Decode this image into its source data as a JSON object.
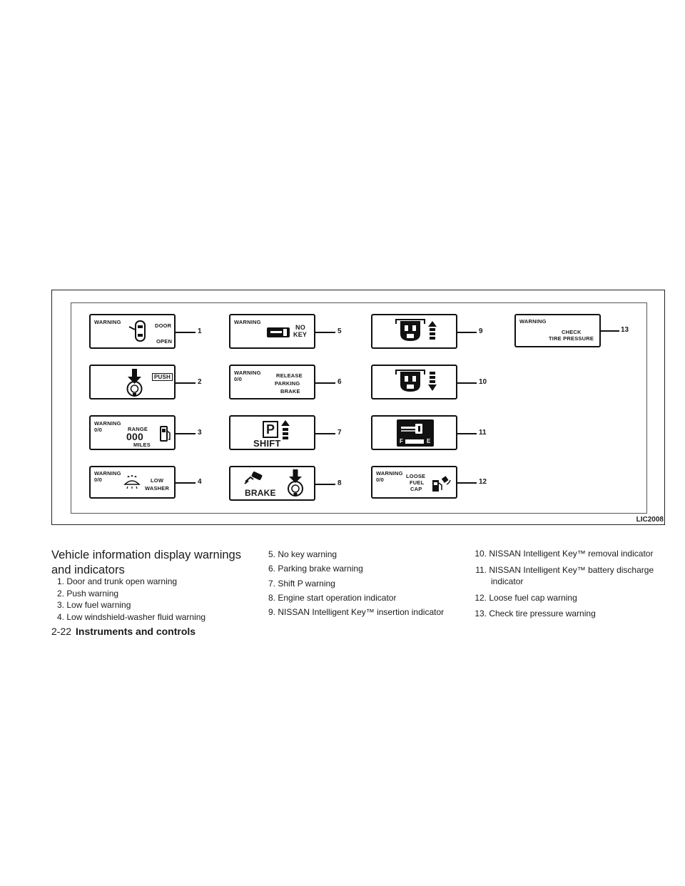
{
  "figure": {
    "code": "LIC2008",
    "panels": {
      "p1": {
        "warning": "WARNING",
        "line1": "DOOR",
        "line2": "OPEN",
        "callout": "1"
      },
      "p2": {
        "push": "PUSH",
        "callout": "2"
      },
      "p3": {
        "warning": "WARNING",
        "odo": "0/0",
        "range": "RANGE",
        "value": "000",
        "miles": "MILES",
        "callout": "3"
      },
      "p4": {
        "warning": "WARNING",
        "odo": "0/0",
        "line1": "LOW",
        "line2": "WASHER",
        "callout": "4"
      },
      "p5": {
        "warning": "WARNING",
        "line1": "NO",
        "line2": "KEY",
        "callout": "5"
      },
      "p6": {
        "warning": "WARNING",
        "odo": "0/0",
        "line1": "RELEASE",
        "line2": "PARKING",
        "line3": "BRAKE",
        "callout": "6"
      },
      "p7": {
        "letter": "P",
        "label": "SHIFT",
        "callout": "7"
      },
      "p8": {
        "label": "BRAKE",
        "callout": "8"
      },
      "p9": {
        "callout": "9"
      },
      "p10": {
        "callout": "10"
      },
      "p11": {
        "f": "F",
        "e": "E",
        "callout": "11"
      },
      "p12": {
        "warning": "WARNING",
        "odo": "0/0",
        "line1": "LOOSE",
        "line2": "FUEL",
        "line3": "CAP",
        "callout": "12"
      },
      "p13": {
        "warning": "WARNING",
        "line1": "CHECK",
        "line2": "TIRE PRESSURE",
        "callout": "13"
      }
    }
  },
  "heading": "Vehicle information display warnings and indicators",
  "list": [
    {
      "num": "1.",
      "text": "Door and trunk open warning"
    },
    {
      "num": "2.",
      "text": "Push warning"
    },
    {
      "num": "3.",
      "text": "Low fuel warning"
    },
    {
      "num": "4.",
      "text": "Low windshield-washer fluid warning"
    },
    {
      "num": "5.",
      "text": "No key warning"
    },
    {
      "num": "6.",
      "text": "Parking brake warning"
    },
    {
      "num": "7.",
      "text": "Shift P warning"
    },
    {
      "num": "8.",
      "text": "Engine start operation indicator"
    },
    {
      "num": "9.",
      "text": "NISSAN Intelligent Key™ insertion indicator"
    },
    {
      "num": "10.",
      "text": "NISSAN Intelligent Key™ removal indicator"
    },
    {
      "num": "11.",
      "text": "NISSAN Intelligent Key™ battery discharge"
    },
    {
      "num": "",
      "text": "indicator"
    },
    {
      "num": "12.",
      "text": "Loose fuel cap warning"
    },
    {
      "num": "13.",
      "text": "Check tire pressure warning"
    }
  ],
  "footer": {
    "page": "2-22",
    "section": "Instruments and controls"
  }
}
